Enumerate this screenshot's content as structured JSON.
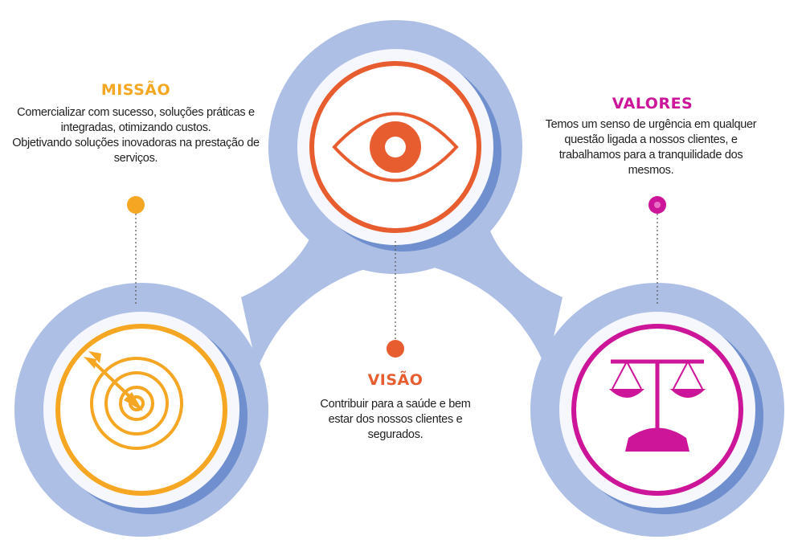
{
  "colors": {
    "ring_outer": "#adbfe4",
    "ring_shadow": "#6f8fcf",
    "inner_fill": "#f5f7fc",
    "missao": "#f5a623",
    "visao": "#e85d2f",
    "valores": "#cc1599"
  },
  "missao": {
    "title": "MISSÃO",
    "lines": [
      "Comercializar com sucesso, soluções práticas e",
      "integradas, otimizando custos.",
      "Objetivando soluções inovadoras na prestação de",
      "serviços."
    ],
    "icon": "target-arrow-icon"
  },
  "visao": {
    "title": "VISÃO",
    "lines": [
      "Contribuir para a saúde e bem",
      "estar dos nossos clientes e",
      "segurados."
    ],
    "icon": "eye-icon"
  },
  "valores": {
    "title": "VALORES",
    "lines": [
      "Temos um senso de urgência em qualquer",
      "questão ligada a nossos clientes, e",
      "trabalhamos para a tranquilidade dos",
      "mesmos."
    ],
    "icon": "scales-icon"
  }
}
